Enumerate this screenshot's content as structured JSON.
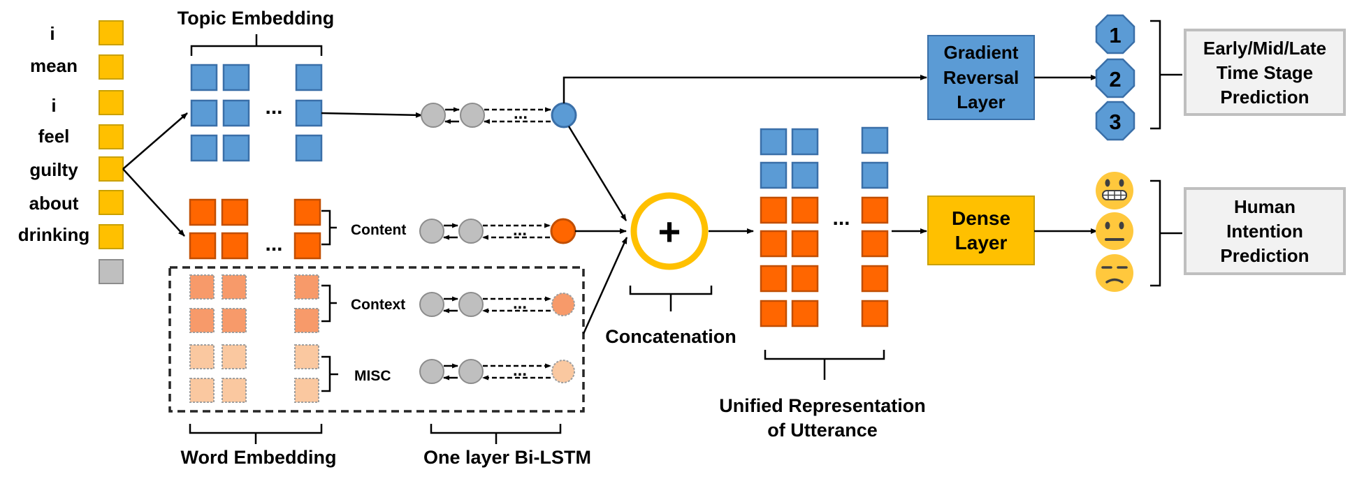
{
  "words": [
    "i",
    "mean",
    "i",
    "feel",
    "guilty",
    "about",
    "drinking"
  ],
  "labels": {
    "topic_embedding": "Topic Embedding",
    "word_embedding": "Word Embedding",
    "bilstm": "One layer Bi-LSTM",
    "content": "Content",
    "context": "Context",
    "misc": "MISC",
    "concatenation": "Concatenation",
    "unified_line1": "Unified Representation",
    "unified_line2": "of Utterance",
    "ellipsis": "...",
    "plus": "+"
  },
  "grl": {
    "line1": "Gradient",
    "line2": "Reversal",
    "line3": "Layer"
  },
  "dense": {
    "line1": "Dense",
    "line2": "Layer"
  },
  "stages": [
    "1",
    "2",
    "3"
  ],
  "emojis": [
    "grinning-face",
    "neutral-face",
    "unamused-face"
  ],
  "predictions": {
    "time": [
      "Early/Mid/Late",
      "Time Stage",
      "Prediction"
    ],
    "intention": [
      "Human",
      "Intention",
      "Prediction"
    ]
  },
  "colors": {
    "word_token": "#FFC000",
    "pad_token": "#BFBFBF",
    "topic": "#5B9BD5",
    "content": "#FF6600",
    "context": "#F79A6A",
    "misc": "#FAC8A0",
    "grl": "#5B9BD5",
    "dense": "#FFC000",
    "lstm_cell": "#BFBFBF",
    "concat_ring": "#FFC000"
  }
}
